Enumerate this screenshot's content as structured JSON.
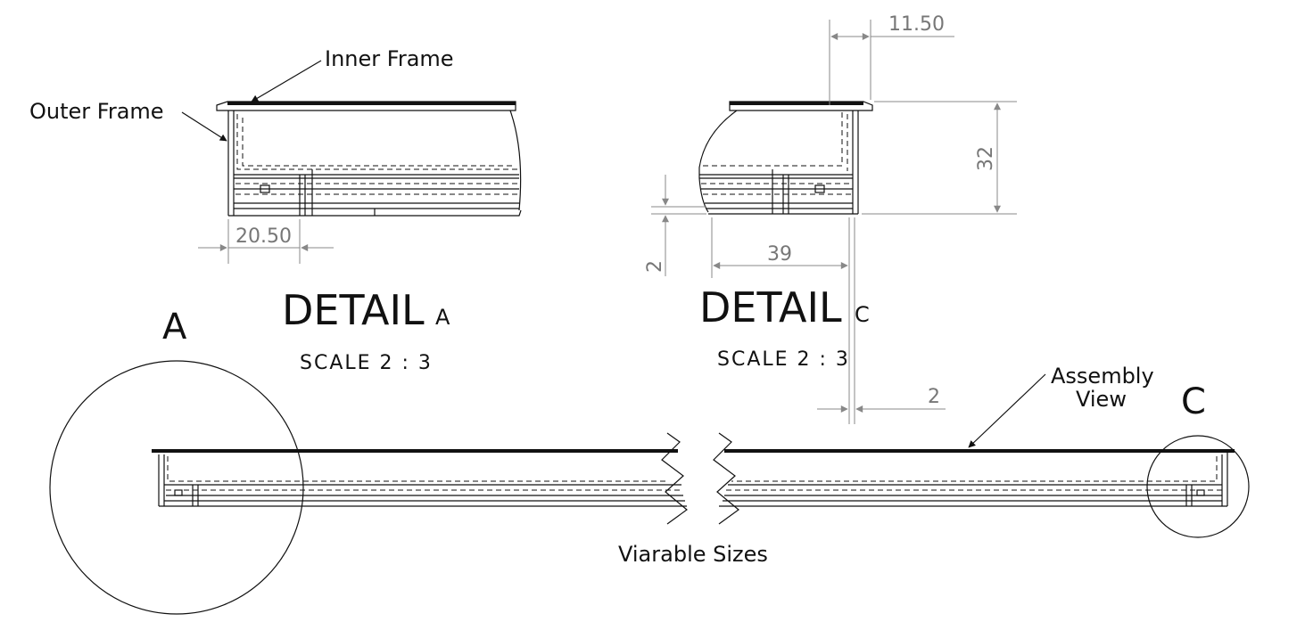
{
  "detail_a": {
    "label_outer": "Outer Frame",
    "label_inner": "Inner Frame",
    "dim_width": "20.50",
    "title_word": "DETAIL",
    "title_letter": "A",
    "scale": "SCALE 2 : 3"
  },
  "detail_c": {
    "dim_top": "11.50",
    "dim_height": "32",
    "dim_left": "2",
    "dim_width": "39",
    "dim_bottom": "2",
    "title_word": "DETAIL",
    "title_letter": "C",
    "scale": "SCALE 2 : 3"
  },
  "assembly": {
    "callout_a": "A",
    "callout_c": "C",
    "label_line1": "Assembly",
    "label_line2": "View",
    "note": "Viarable Sizes"
  },
  "colors": {
    "line": "#111111",
    "dimension": "#888888",
    "background": "#ffffff"
  }
}
